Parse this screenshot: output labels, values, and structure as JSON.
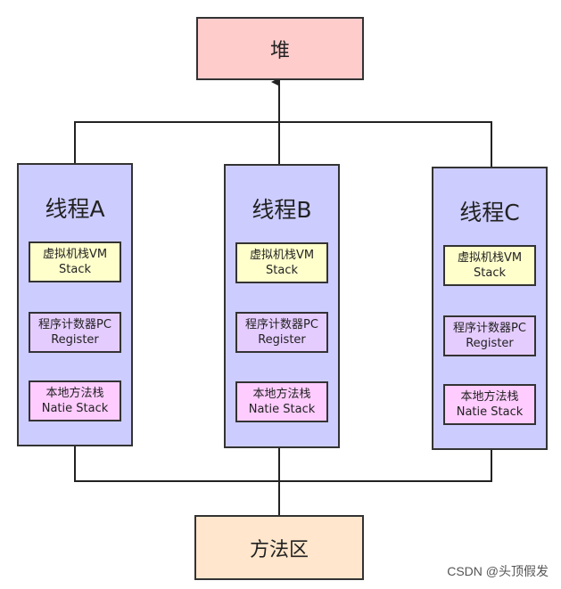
{
  "heap": {
    "label": "堆"
  },
  "method_area": {
    "label": "方法区"
  },
  "threads": [
    {
      "title": "线程A",
      "vm_stack": {
        "line1": "虚拟机栈VM",
        "line2": "Stack"
      },
      "pc_register": {
        "line1": "程序计数器PC",
        "line2": "Register"
      },
      "native_stack": {
        "line1": "本地方法栈",
        "line2": "Natie Stack"
      }
    },
    {
      "title": "线程B",
      "vm_stack": {
        "line1": "虚拟机栈VM",
        "line2": "Stack"
      },
      "pc_register": {
        "line1": "程序计数器PC",
        "line2": "Register"
      },
      "native_stack": {
        "line1": "本地方法栈",
        "line2": "Natie Stack"
      }
    },
    {
      "title": "线程C",
      "vm_stack": {
        "line1": "虚拟机栈VM",
        "line2": "Stack"
      },
      "pc_register": {
        "line1": "程序计数器PC",
        "line2": "Register"
      },
      "native_stack": {
        "line1": "本地方法栈",
        "line2": "Natie Stack"
      }
    }
  ],
  "watermark": "CSDN @头顶假发",
  "colors": {
    "heap": "#ffcccc",
    "method_area": "#ffe6cc",
    "thread": "#ccccff",
    "vm_stack": "#ffffcc",
    "pc_register": "#e5ccff",
    "native_stack": "#ffccff"
  }
}
